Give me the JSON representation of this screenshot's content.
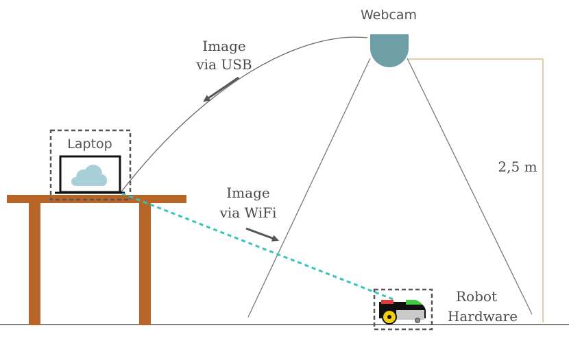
{
  "labels": {
    "webcam": "Webcam",
    "laptop": "Laptop",
    "usb_line1": "Image",
    "usb_line2": "via USB",
    "wifi_line1": "Image",
    "wifi_line2": "via WiFi",
    "height": "2,5 m",
    "robot_line1": "Robot",
    "robot_line2": "Hardware"
  },
  "colors": {
    "webcam": "#6e9ea6",
    "table": "#b8652a",
    "cloud": "#a9cfd8",
    "wifi": "#33c4c0",
    "measure": "#d9b98a",
    "robot_red": "#e53935",
    "robot_green": "#43c943",
    "robot_gray": "#c9c9c9",
    "robot_wheel": "#f2cf10"
  },
  "icons": [
    "webcam-icon",
    "laptop-icon",
    "cloud-icon",
    "table-icon",
    "robot-icon"
  ]
}
